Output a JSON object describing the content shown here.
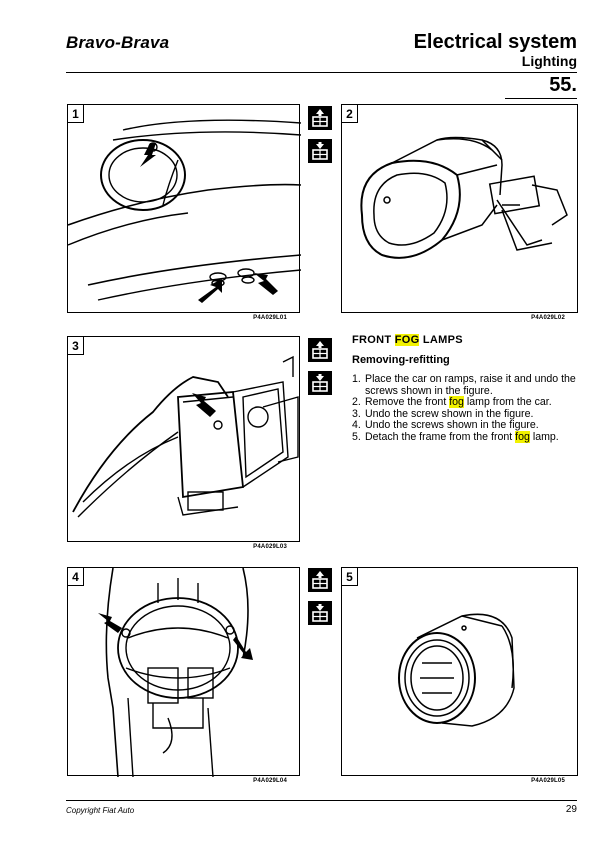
{
  "header": {
    "model": "Bravo-Brava",
    "section": "Electrical system",
    "subsection": "Lighting",
    "page_code": "55."
  },
  "figures": [
    {
      "number": "1",
      "code": "P4A029L01"
    },
    {
      "number": "2",
      "code": "P4A029L02"
    },
    {
      "number": "3",
      "code": "P4A029L03"
    },
    {
      "number": "4",
      "code": "P4A029L04"
    },
    {
      "number": "5",
      "code": "P4A029L05"
    }
  ],
  "text": {
    "title_pre": "FRONT ",
    "title_hl": "FOG",
    "title_post": " LAMPS",
    "subtitle": "Removing-refitting",
    "steps": [
      {
        "n": "1.",
        "pre": "Place the car on ramps, raise it and undo the screws shown in the figure.",
        "hl": "",
        "post": ""
      },
      {
        "n": "2.",
        "pre": "Remove the front ",
        "hl": "fog",
        "post": " lamp from the car."
      },
      {
        "n": "3.",
        "pre": "Undo the screw shown in the figure.",
        "hl": "",
        "post": ""
      },
      {
        "n": "4.",
        "pre": "Undo the screws shown in the figure.",
        "hl": "",
        "post": ""
      },
      {
        "n": "5.",
        "pre": "Detach the frame from the front ",
        "hl": "fog",
        "post": " lamp."
      }
    ]
  },
  "icons": {
    "removal": "remove-arrow-up-icon",
    "refit": "refit-arrow-down-icon"
  },
  "footer": {
    "copyright": "Copyright Fiat Auto",
    "page_number": "29"
  },
  "colors": {
    "highlight": "#f2f200",
    "ink": "#000000"
  }
}
